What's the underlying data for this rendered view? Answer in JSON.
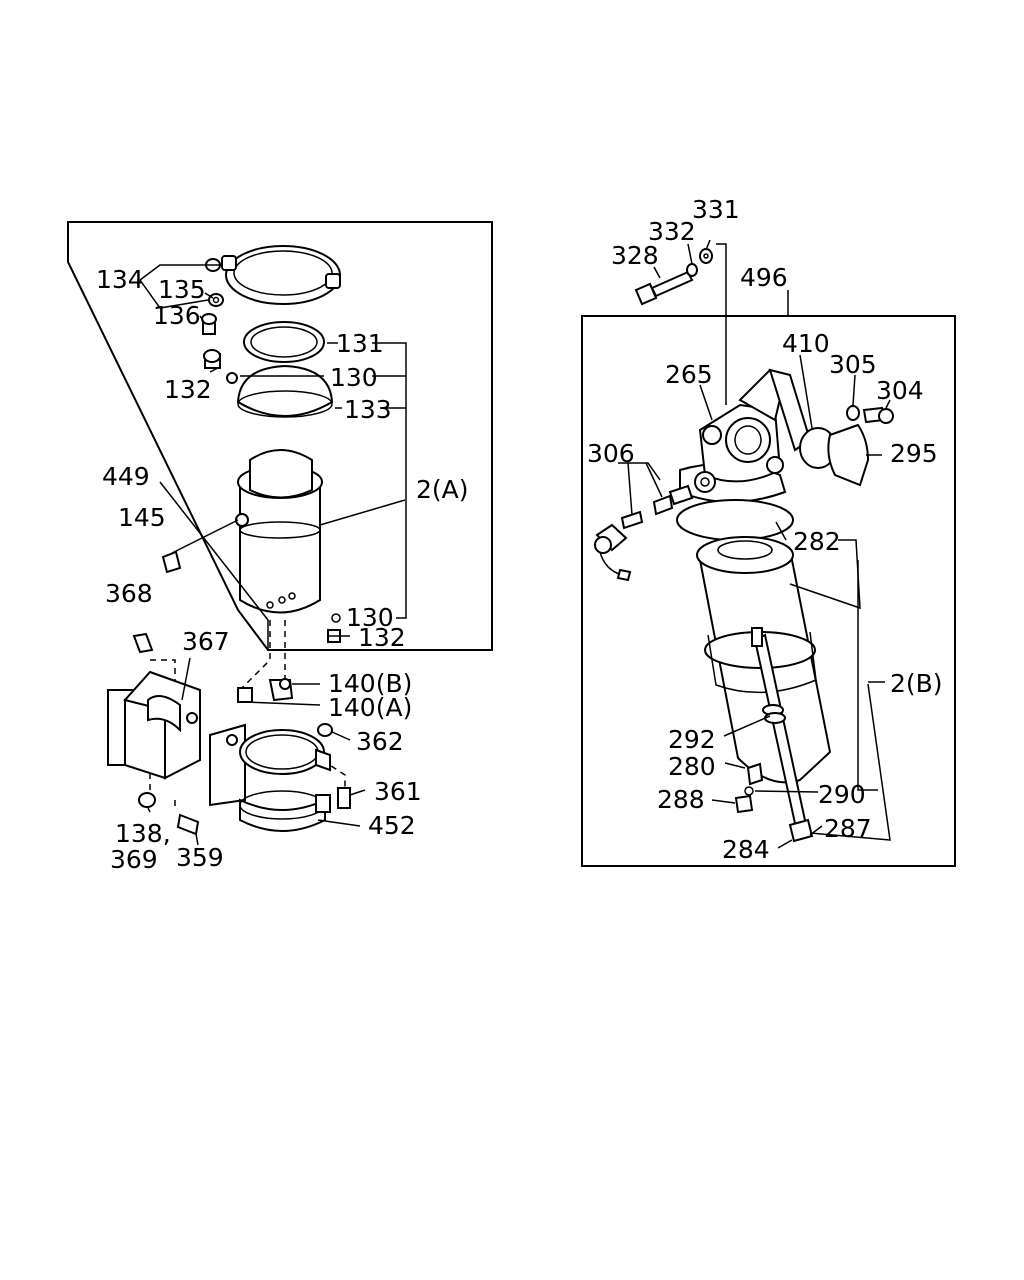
{
  "left_group": {
    "labels": {
      "l134": "134",
      "l135": "135",
      "l136": "136",
      "l131": "131",
      "l132a": "132",
      "l130a": "130",
      "l133": "133",
      "l449": "449",
      "l2a": "2(A)",
      "l145": "145",
      "l368": "368",
      "l367": "367",
      "l130b": "130",
      "l132b": "132",
      "l140b": "140(B)",
      "l140a": "140(A)",
      "l362": "362",
      "l361": "361",
      "l452": "452",
      "l138": "138,",
      "l369": "369",
      "l359": "359"
    }
  },
  "right_group": {
    "labels": {
      "l331": "331",
      "l332": "332",
      "l328": "328",
      "l496": "496",
      "l410": "410",
      "l305": "305",
      "l304": "304",
      "l265": "265",
      "l295": "295",
      "l306": "306",
      "l282": "282",
      "l2b": "2(B)",
      "l292": "292",
      "l280": "280",
      "l288": "288",
      "l290": "290",
      "l287": "287",
      "l284": "284"
    }
  }
}
